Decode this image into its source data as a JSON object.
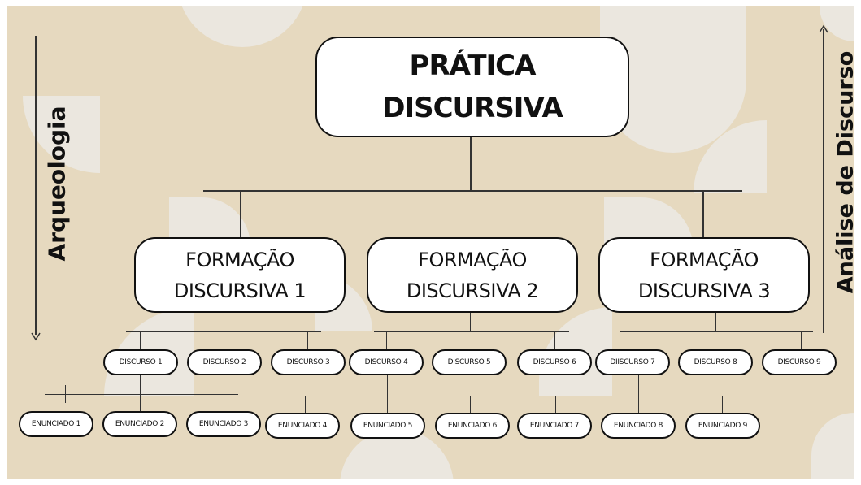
{
  "colors": {
    "background": "#e6d9bf",
    "shapes": "#ebe7df",
    "box_fill": "#ffffff",
    "stroke": "#111111"
  },
  "root": {
    "line1": "PRÁTICA",
    "line2": "DISCURSIVA"
  },
  "formations": [
    {
      "line1": "FORMAÇÃO",
      "line2": "DISCURSIVA 1"
    },
    {
      "line1": "FORMAÇÃO",
      "line2": "DISCURSIVA 2"
    },
    {
      "line1": "FORMAÇÃO",
      "line2": "DISCURSIVA 3"
    }
  ],
  "discursos": [
    "DISCURSO 1",
    "DISCURSO 2",
    "DISCURSO 3",
    "DISCURSO 4",
    "DISCURSO 5",
    "DISCURSO 6",
    "DIISCURSO 7",
    "DISCURSO 8",
    "DISCURSO 9"
  ],
  "enunciados": [
    "ENUNCIADO 1",
    "ENUNCIADO 2",
    "ENUNCIADO 3",
    "ENUNCIADO 4",
    "ENUNCIADO 5",
    "ENUNCIADO 6",
    "ENUNCIADO 7",
    "ENUNCIADO 8",
    "ENUNCIADO 9"
  ],
  "left_axis": {
    "label": "Arqueologia",
    "direction": "down"
  },
  "right_axis": {
    "label": "Análise de Discurso",
    "direction": "up"
  }
}
